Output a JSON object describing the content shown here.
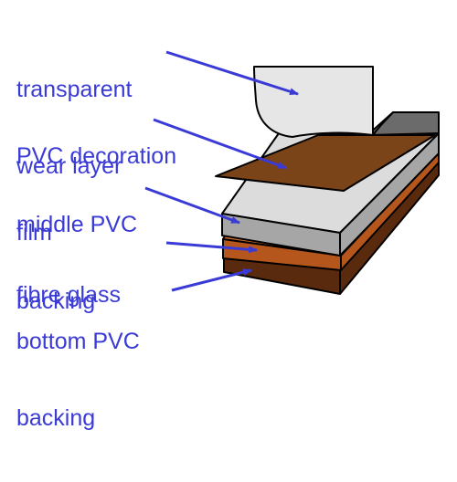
{
  "colors": {
    "label_text": "#3a3ad6",
    "arrow": "#3a3ad6",
    "outline": "#000000",
    "wear_layer_fill": "#e6e6e6",
    "wear_layer_shadow": "#6b6b6b",
    "decoration_film": "#7a4418",
    "middle_top": "#dcdcdc",
    "middle_side": "#a6a6a6",
    "fibre_top": "#c8682a",
    "fibre_side": "#b5561c",
    "bottom_top": "#7a3a14",
    "bottom_side": "#5a2a0e"
  },
  "layers": [
    {
      "id": "wear",
      "lines": [
        "transparent",
        "wear layer"
      ],
      "icon": "transparent-sheet"
    },
    {
      "id": "decoration",
      "lines": [
        "PVC decoration",
        "film"
      ],
      "icon": "film-sheet"
    },
    {
      "id": "middle",
      "lines": [
        "middle PVC",
        "backing"
      ],
      "icon": "slab"
    },
    {
      "id": "fibre",
      "lines": [
        "fibre glass"
      ],
      "icon": "thin-layer"
    },
    {
      "id": "bottom",
      "lines": [
        "bottom PVC",
        "backing"
      ],
      "icon": "slab"
    }
  ]
}
